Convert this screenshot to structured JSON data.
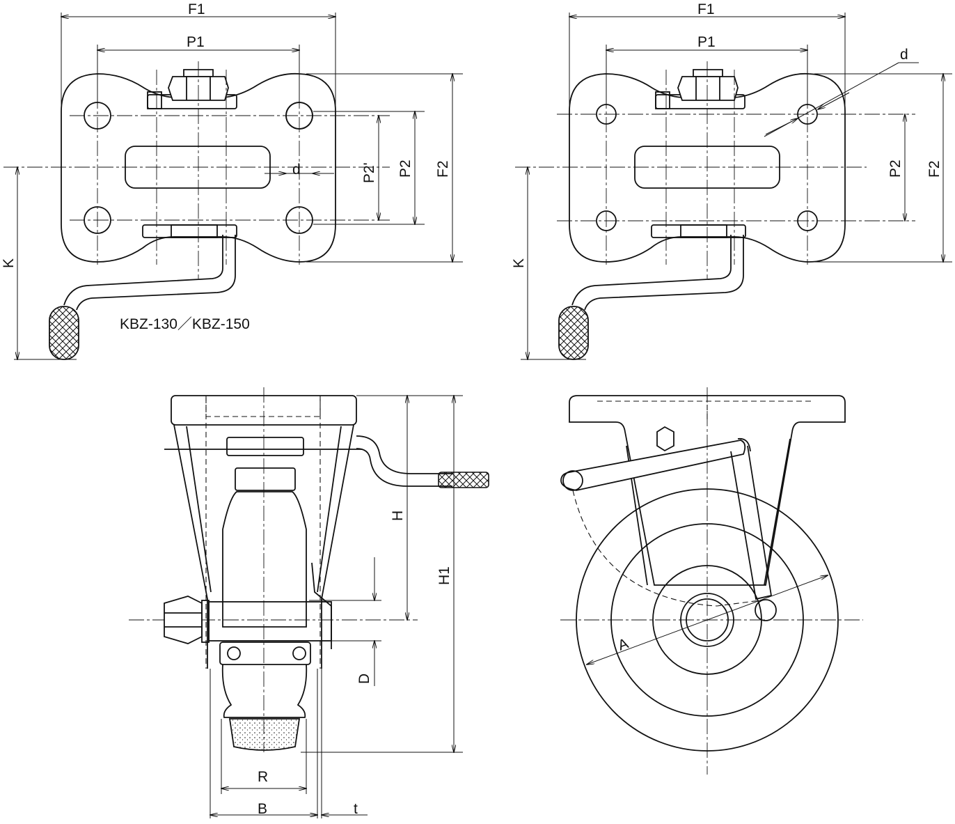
{
  "model_caption": "KBZ-130／KBZ-150",
  "labels": {
    "F1": "F1",
    "P1": "P1",
    "F2": "F2",
    "P2": "P2",
    "P2prime": "P2'",
    "d": "d",
    "K": "K",
    "H": "H",
    "H1": "H1",
    "D": "D",
    "A": "A",
    "R": "R",
    "B": "B",
    "t": "t"
  }
}
